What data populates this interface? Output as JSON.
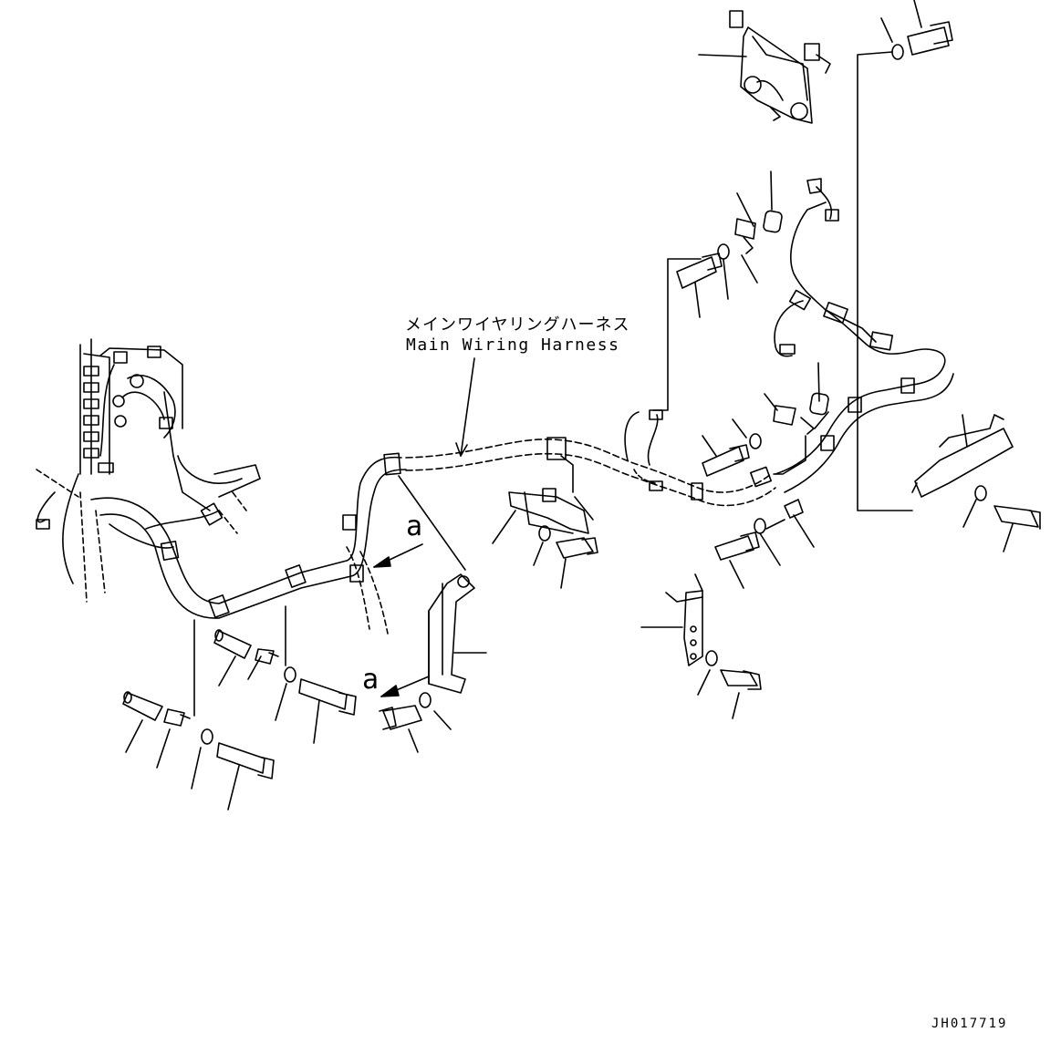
{
  "diagram": {
    "title_jp": "メインワイヤリングハーネス",
    "title_en": "Main Wiring Harness",
    "view_marker_1": "a",
    "view_marker_2": "a",
    "drawing_number": "JH017719"
  },
  "colors": {
    "line": "#000000",
    "background": "#ffffff"
  }
}
